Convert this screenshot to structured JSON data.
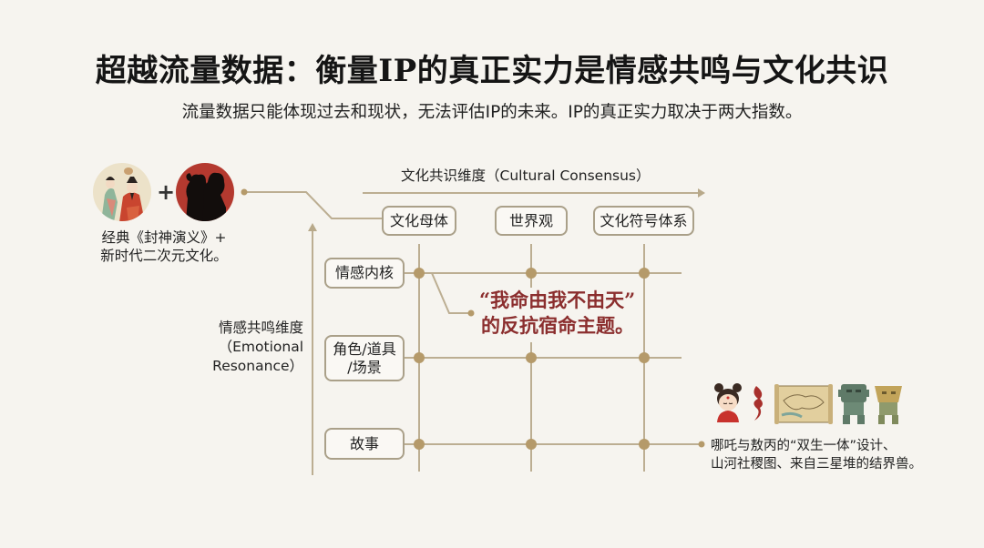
{
  "header": {
    "title": "超越流量数据：衡量IP的真正实力是情感共鸣与文化共识",
    "subtitle": "流量数据只能体现过去和现状，无法评估IP的未来。IP的真正实力取决于两大指数。"
  },
  "source": {
    "images": [
      "classical-fengshen-painting",
      "anime-character-silhouette"
    ],
    "plus": "+",
    "caption_lines": [
      "经典《封神演义》+",
      "新时代二次元文化。"
    ]
  },
  "x_axis": {
    "label": "文化共识维度（Cultural Consensus）",
    "columns": [
      "文化母体",
      "世界观",
      "文化符号体系"
    ]
  },
  "y_axis": {
    "label_lines": [
      "情感共鸣维度",
      "（Emotional",
      "Resonance）"
    ],
    "rows": [
      {
        "lines": [
          "情感内核"
        ]
      },
      {
        "lines": [
          "角色/道具",
          "/场景"
        ]
      },
      {
        "lines": [
          "故事"
        ]
      }
    ]
  },
  "callout": {
    "lines": [
      "“我命由我不由天”",
      "的反抗宿命主题。"
    ]
  },
  "examples": {
    "icons": [
      "nezha-cartoon-icon",
      "flame-symbol-icon",
      "shanhe-sheji-map-scroll-icon",
      "green-bronze-beast-icon",
      "gold-bronze-beast-icon"
    ],
    "caption_lines": [
      "哪吒与敖丙的“双生一体”设计、",
      "山河社稷图、来自三星堆的结界兽。"
    ]
  },
  "colors": {
    "background": "#f6f4ef",
    "line": "#bcae92",
    "dot": "#b59a6a",
    "box_border": "#aaa089",
    "callout_text": "#8b2e2e",
    "title_text": "#151515"
  }
}
